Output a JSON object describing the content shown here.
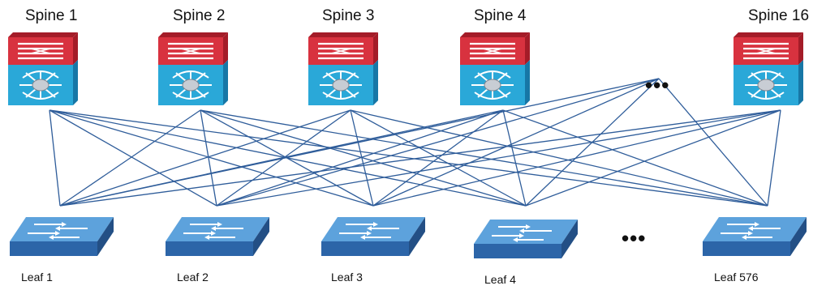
{
  "spines": [
    {
      "label": "Spine 1"
    },
    {
      "label": "Spine 2"
    },
    {
      "label": "Spine 3"
    },
    {
      "label": "Spine 4"
    },
    {
      "label": "Spine 16"
    }
  ],
  "leaves": [
    {
      "label": "Leaf 1"
    },
    {
      "label": "Leaf 2"
    },
    {
      "label": "Leaf 3"
    },
    {
      "label": "Leaf 4"
    },
    {
      "label": "Leaf 576"
    }
  ],
  "ellipsis": {
    "spine": "•••",
    "leaf": "•••"
  },
  "colors": {
    "link": "#2f5d9a",
    "spine_top": "#d8323f",
    "spine_top_dark": "#a41c28",
    "spine_bottom": "#2aa8d8",
    "spine_bottom_dark": "#1777a6",
    "leaf_top": "#5da2dc",
    "leaf_side": "#2c65a8"
  },
  "icons": {
    "spine": "spine-switch-icon",
    "leaf": "leaf-switch-icon"
  }
}
